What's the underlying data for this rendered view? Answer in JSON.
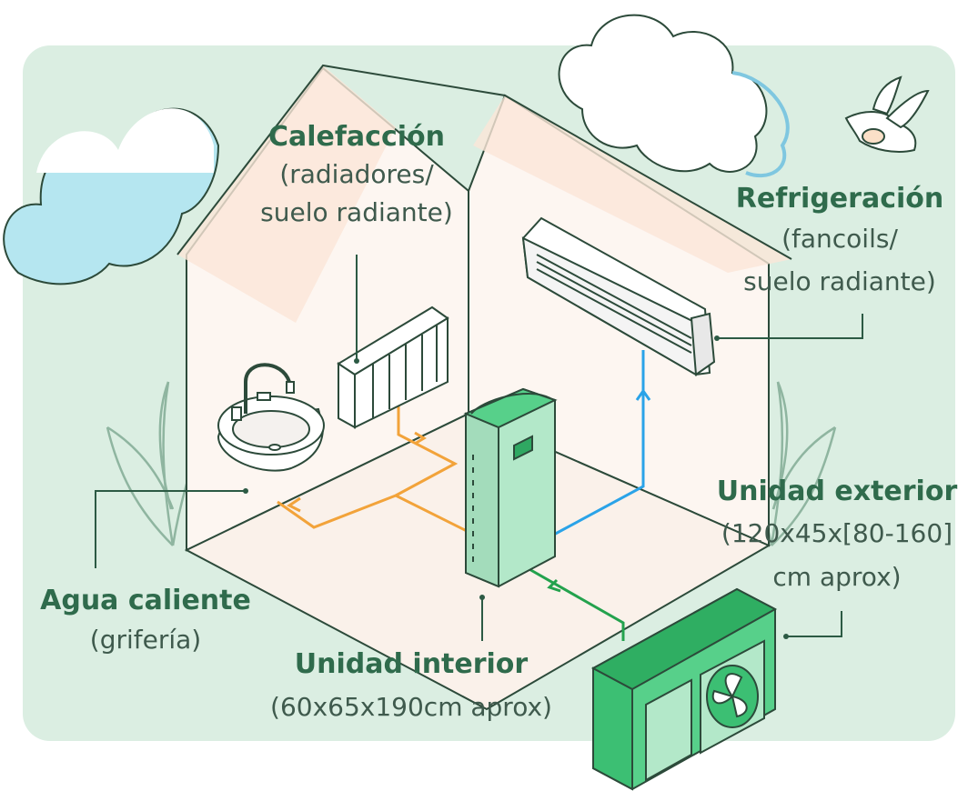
{
  "colors": {
    "panel": "#dbeee2",
    "house_wall": "#fdf6f1",
    "roof": "#fbe6d8",
    "heating_pipe": "#f2a33a",
    "cooling_pipe": "#2aa3e8",
    "refrigerant_pipe": "#23a24d",
    "unit_green": "#57d08a",
    "outline": "#2c4a3a",
    "label_title": "#2f6b4c",
    "label_text": "#3f5a4d"
  },
  "icons": [
    "cloud-icon",
    "bird-icon",
    "sink-icon",
    "radiator-icon",
    "air-conditioner-icon",
    "indoor-unit-icon",
    "outdoor-unit-icon",
    "fan-icon",
    "plant-icon"
  ],
  "labels": {
    "calefaccion": {
      "title": "Calefacción",
      "line1": "(radiadores/",
      "line2": "suelo radiante)"
    },
    "refrigeracion": {
      "title": "Refrigeración",
      "line1": "(fancoils/",
      "line2": "suelo radiante)"
    },
    "agua": {
      "title": "Agua caliente",
      "line1": "(grifería)"
    },
    "interior": {
      "title": "Unidad interior",
      "line1": "(60x65x190cm aprox)"
    },
    "exterior": {
      "title": "Unidad exterior",
      "line1": "(120x45x[80-160]",
      "line2": "cm aprox)"
    }
  }
}
